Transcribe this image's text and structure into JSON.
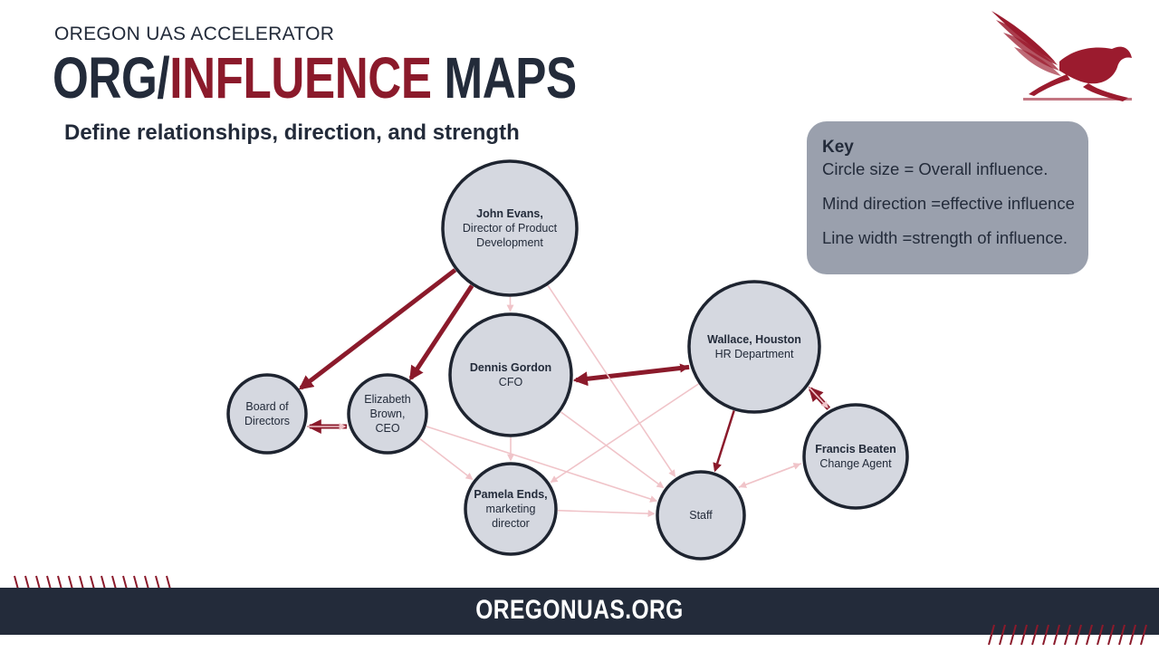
{
  "header": {
    "eyebrow": "OREGON UAS ACCELERATOR",
    "title_part1": "ORG/",
    "title_part2": "INFLUENCE",
    "title_part3": " MAPS",
    "subtitle": "Define relationships, direction, and strength"
  },
  "key": {
    "heading": "Key",
    "line1": "Circle size = Overall influence.",
    "line2": "Mind direction =effective influence",
    "line3": "Line width =strength of influence."
  },
  "footer": {
    "text": "OREGONUAS.ORG"
  },
  "colors": {
    "navy": "#232b3a",
    "accent": "#8b1a2b",
    "node_fill": "#d5d8e0",
    "key_bg": "#9aa0ad",
    "weak_line": "#f0c4c9"
  },
  "icons": {
    "logo": "pegasus-logo-icon"
  },
  "nodes": [
    {
      "id": "john",
      "lines": [
        [
          "John Evans,",
          true
        ],
        [
          "Director of Product",
          false
        ],
        [
          "Development",
          false
        ]
      ]
    },
    {
      "id": "dennis",
      "lines": [
        [
          "Dennis Gordon",
          true
        ],
        [
          "CFO",
          false
        ]
      ]
    },
    {
      "id": "wallace",
      "lines": [
        [
          "Wallace, Houston",
          true
        ],
        [
          "HR Department",
          false
        ]
      ]
    },
    {
      "id": "board",
      "lines": [
        [
          "Board of",
          false
        ],
        [
          "Directors",
          false
        ]
      ]
    },
    {
      "id": "elizabeth",
      "lines": [
        [
          "Elizabeth",
          false
        ],
        [
          "Brown,",
          false
        ],
        [
          "CEO",
          false
        ]
      ]
    },
    {
      "id": "pamela",
      "lines": [
        [
          "Pamela Ends,",
          true
        ],
        [
          "marketing",
          false
        ],
        [
          "director",
          false
        ]
      ]
    },
    {
      "id": "staff",
      "lines": [
        [
          "Staff",
          false
        ]
      ]
    },
    {
      "id": "francis",
      "lines": [
        [
          "Francis Beaten",
          true
        ],
        [
          "Change Agent",
          false
        ]
      ]
    }
  ],
  "edges": [
    {
      "from": "john",
      "to": "board",
      "strength": "strong"
    },
    {
      "from": "john",
      "to": "elizabeth",
      "strength": "strong"
    },
    {
      "from": "elizabeth",
      "to": "board",
      "strength": "strong"
    },
    {
      "from": "wallace",
      "to": "dennis",
      "strength": "strong"
    },
    {
      "from": "francis",
      "to": "wallace",
      "strength": "strong"
    },
    {
      "from": "dennis",
      "to": "wallace",
      "strength": "medium"
    },
    {
      "from": "wallace",
      "to": "staff",
      "strength": "medium"
    },
    {
      "from": "john",
      "to": "dennis",
      "strength": "weak"
    },
    {
      "from": "john",
      "to": "staff",
      "strength": "weak"
    },
    {
      "from": "board",
      "to": "elizabeth",
      "strength": "weak"
    },
    {
      "from": "elizabeth",
      "to": "pamela",
      "strength": "weak"
    },
    {
      "from": "elizabeth",
      "to": "staff",
      "strength": "weak"
    },
    {
      "from": "dennis",
      "to": "pamela",
      "strength": "weak"
    },
    {
      "from": "dennis",
      "to": "staff",
      "strength": "weak"
    },
    {
      "from": "wallace",
      "to": "pamela",
      "strength": "weak"
    },
    {
      "from": "wallace",
      "to": "francis",
      "strength": "weak"
    },
    {
      "from": "pamela",
      "to": "staff",
      "strength": "weak"
    },
    {
      "from": "francis",
      "to": "staff",
      "strength": "weak"
    },
    {
      "from": "staff",
      "to": "francis",
      "strength": "weak"
    }
  ]
}
